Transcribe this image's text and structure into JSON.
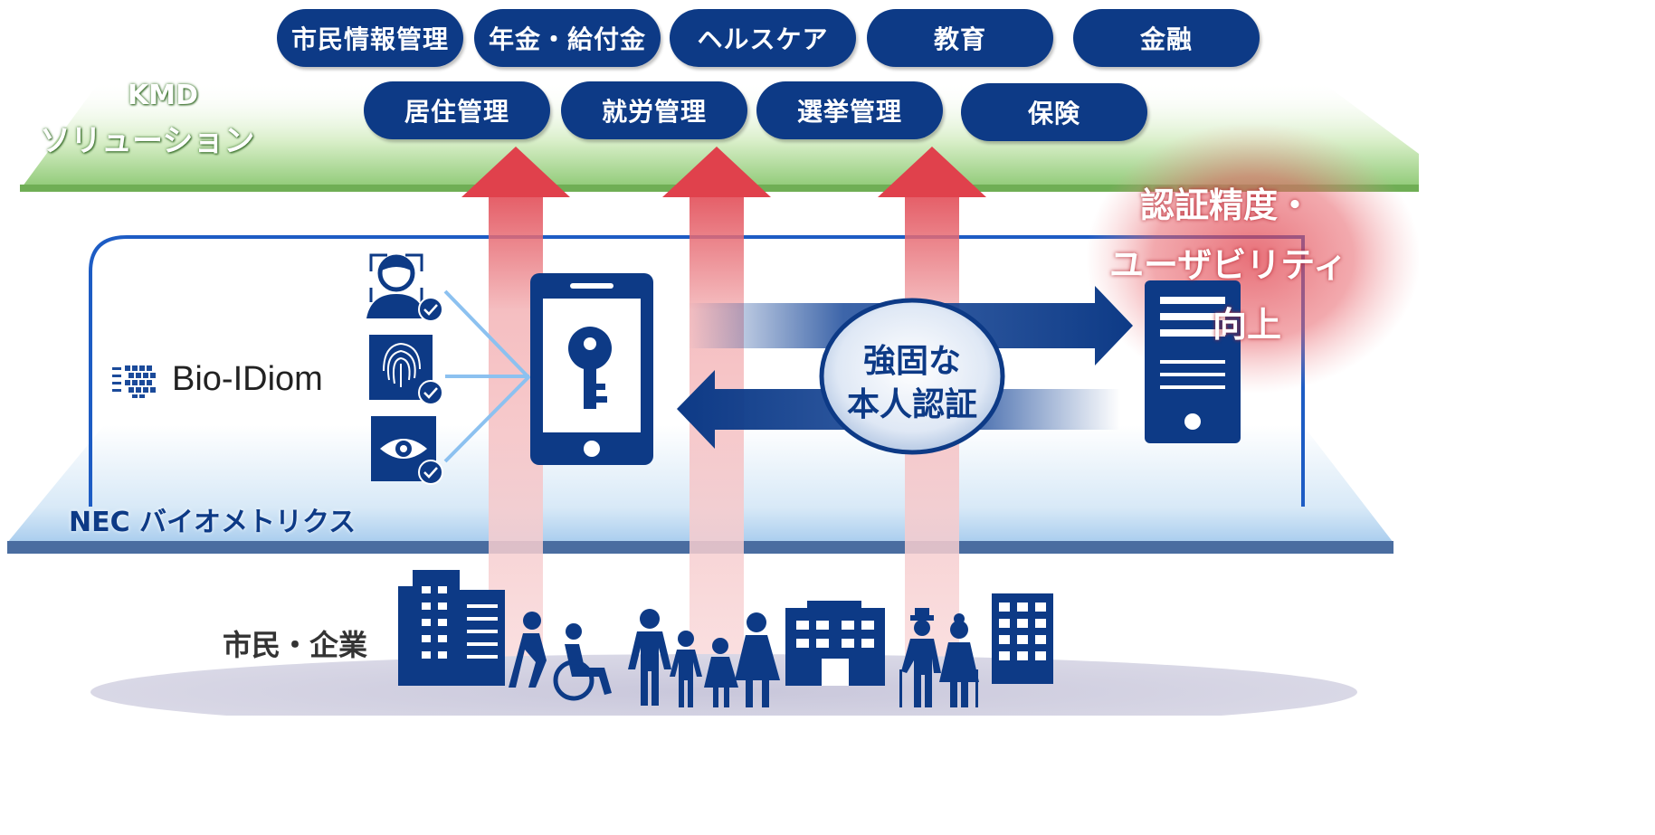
{
  "kmd": {
    "label_line1": "KMD",
    "label_line2": "ソリューション",
    "services": [
      "市民情報管理",
      "年金・給付金",
      "ヘルスケア",
      "教育",
      "金融",
      "居住管理",
      "就労管理",
      "選挙管理",
      "保険"
    ]
  },
  "nec": {
    "label": "NEC バイオメトリクス",
    "product": "Bio-IDiom"
  },
  "center": {
    "line1": "強固な",
    "line2": "本人認証"
  },
  "improve": {
    "line1": "認証精度・",
    "line2": "ユーザビリティ",
    "line3": "向上"
  },
  "citizens": {
    "label": "市民・企業"
  },
  "colors": {
    "navy": "#0d3a86",
    "red": "#e0414c",
    "green": "#8cc873"
  },
  "icons": [
    "face-id-icon",
    "fingerprint-icon",
    "eye-icon",
    "smartphone-key-icon",
    "server-icon",
    "building-icon",
    "people-icon",
    "wheelchair-icon",
    "elderly-icon"
  ]
}
